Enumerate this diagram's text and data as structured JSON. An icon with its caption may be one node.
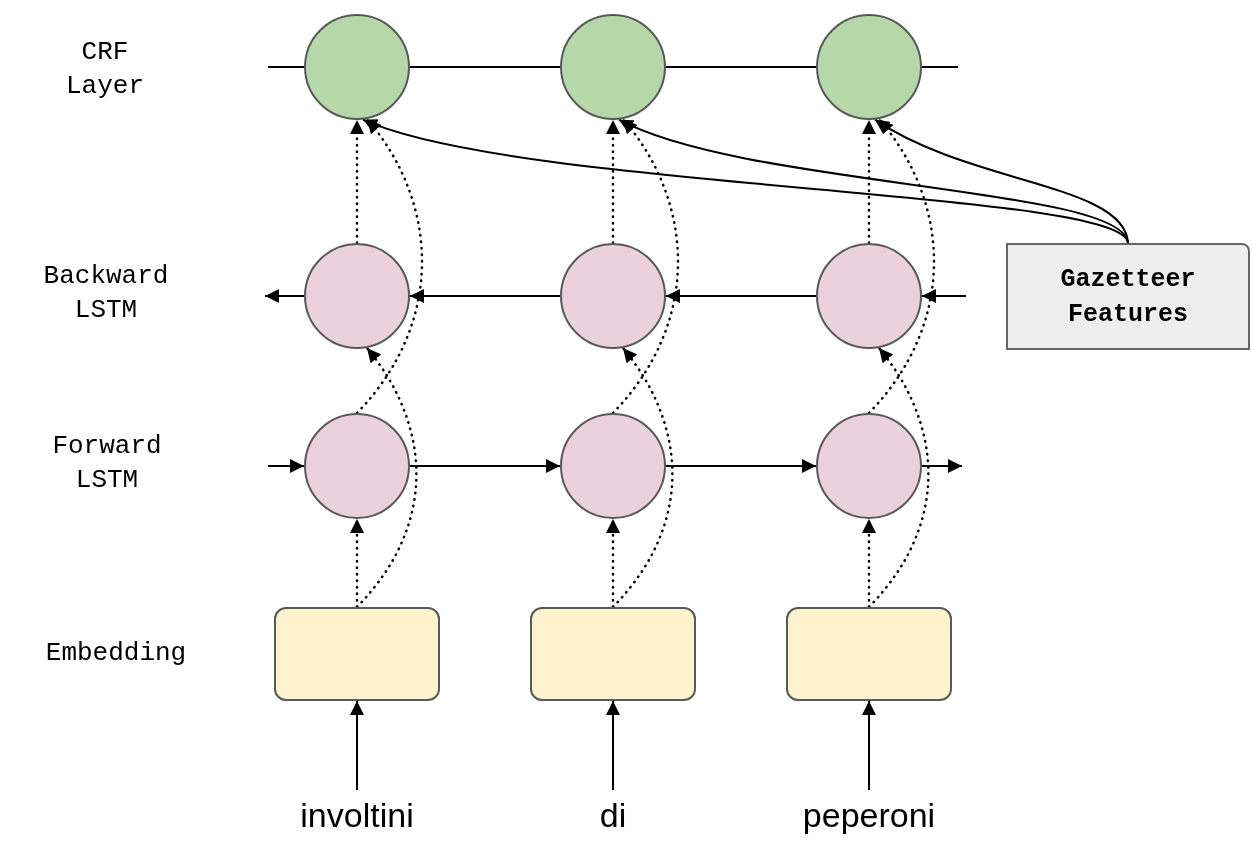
{
  "diagram": {
    "nodes": [
      {
        "text": [],
        "shape": "circle"
      },
      {
        "text": [],
        "shape": "circle"
      },
      {
        "text": [],
        "shape": "circle"
      },
      {
        "text": [],
        "shape": "circle"
      },
      {
        "text": [],
        "shape": "circle"
      },
      {
        "text": [],
        "shape": "circle"
      },
      {
        "text": [],
        "shape": "circle"
      },
      {
        "text": [],
        "shape": "circle"
      },
      {
        "text": [],
        "shape": "circle"
      },
      {
        "text": [],
        "shape": "box"
      },
      {
        "text": [],
        "shape": "box"
      },
      {
        "text": [],
        "shape": "box"
      },
      {
        "text": [
          "involtini"
        ]
      },
      {
        "text": [
          "di"
        ]
      },
      {
        "text": [
          "peperoni"
        ]
      },
      {
        "text": [
          "Gazetteer Features"
        ]
      }
    ],
    "edges": [
      {
        "from": 12,
        "to": 9,
        "arrow": "to"
      },
      {
        "from": 13,
        "to": 10,
        "arrow": "to"
      },
      {
        "from": 14,
        "to": 11,
        "arrow": "to"
      },
      {
        "from": 9,
        "to": 6,
        "arrow": "to",
        "style": "dashed"
      },
      {
        "from": 9,
        "to": 3,
        "arrow": "to",
        "style": "dashed"
      },
      {
        "from": 10,
        "to": 7,
        "arrow": "to",
        "style": "dashed"
      },
      {
        "from": 10,
        "to": 4,
        "arrow": "to",
        "style": "dashed"
      },
      {
        "from": 11,
        "to": 8,
        "arrow": "to",
        "style": "dashed"
      },
      {
        "from": 11,
        "to": 5,
        "arrow": "to",
        "style": "dashed"
      },
      {
        "from": 6,
        "to": 0,
        "arrow": "to",
        "style": "dashed"
      },
      {
        "from": 3,
        "to": 0,
        "arrow": "to",
        "style": "dashed"
      },
      {
        "from": 7,
        "to": 1,
        "arrow": "to",
        "style": "dashed"
      },
      {
        "from": 4,
        "to": 1,
        "arrow": "to",
        "style": "dashed"
      },
      {
        "from": 8,
        "to": 2,
        "arrow": "to",
        "style": "dashed"
      },
      {
        "from": 5,
        "to": 2,
        "arrow": "to",
        "style": "dashed"
      },
      {
        "from": null,
        "to": 6,
        "arrow": "to"
      },
      {
        "from": 6,
        "to": 7,
        "arrow": "to"
      },
      {
        "from": 7,
        "to": 8,
        "arrow": "to"
      },
      {
        "from": 8,
        "to": null,
        "arrow": "to"
      },
      {
        "from": null,
        "to": 5,
        "arrow": "to"
      },
      {
        "from": 5,
        "to": 4,
        "arrow": "to"
      },
      {
        "from": 4,
        "to": 3,
        "arrow": "to"
      },
      {
        "from": 3,
        "to": null,
        "arrow": "to"
      },
      {
        "from": null,
        "to": 0,
        "arrow": "none"
      },
      {
        "from": 0,
        "to": 1,
        "arrow": "none"
      },
      {
        "from": 1,
        "to": 2,
        "arrow": "none"
      },
      {
        "from": 2,
        "to": null,
        "arrow": "none"
      },
      {
        "from": 15,
        "to": 0,
        "arrow": "to"
      },
      {
        "from": 15,
        "to": 1,
        "arrow": "to"
      },
      {
        "from": 15,
        "to": 2,
        "arrow": "to"
      }
    ],
    "labels": [
      "CRF Layer",
      "Backward LSTM",
      "Forward LSTM",
      "Embedding"
    ]
  }
}
